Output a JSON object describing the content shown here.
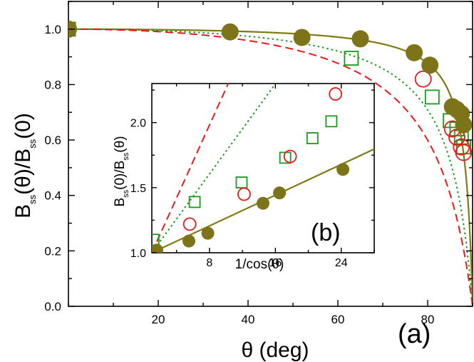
{
  "colors": {
    "olive": "#7f7a12",
    "olive_fill": "#7d7419",
    "red": "#e8191b",
    "green": "#1a9a1a"
  },
  "chart_data": [
    {
      "type": "scatter",
      "panel_label": "(a)",
      "xlabel": "θ (deg)",
      "ylabel": {
        "main": "B",
        "sub1": "ss",
        "mid": "(θ)/B",
        "sub2": "ss",
        "tail": "(0)"
      },
      "xlim": [
        0,
        90
      ],
      "ylim": [
        0.0,
        1.1
      ],
      "xticks": [
        20,
        40,
        60,
        80
      ],
      "yticks": [
        0.0,
        0.2,
        0.4,
        0.6,
        0.8,
        1.0
      ],
      "ytick_labels": [
        "0.0",
        "0.2",
        "0.4",
        "0.6",
        "0.8",
        "1.0"
      ],
      "grid": false,
      "series": [
        {
          "marker": "filled-circle",
          "color": "olive_fill",
          "x": [
            0,
            36,
            52,
            65,
            77,
            80.5,
            85.5,
            86.5,
            87.5,
            88
          ],
          "y": [
            1.0,
            0.99,
            0.97,
            0.965,
            0.915,
            0.87,
            0.72,
            0.71,
            0.695,
            0.655
          ]
        },
        {
          "marker": "open-circle",
          "color": "red",
          "x": [
            0,
            79,
            85.5,
            86.5,
            87.5,
            88
          ],
          "y": [
            1.0,
            0.82,
            0.64,
            0.61,
            0.575,
            0.555
          ]
        },
        {
          "marker": "open-square",
          "color": "green",
          "x": [
            0,
            63,
            81,
            85,
            86.5,
            87.5,
            88
          ],
          "y": [
            1.0,
            0.895,
            0.755,
            0.67,
            0.64,
            0.61,
            0.575
          ]
        },
        {
          "line": "solid",
          "color": "olive",
          "model": "slope",
          "param": 0.0295
        },
        {
          "line": "dotted",
          "color": "green",
          "model": "slope",
          "param": 0.0865
        },
        {
          "line": "dashed",
          "color": "red",
          "model": "slope",
          "param": 0.1406
        }
      ]
    },
    {
      "type": "scatter",
      "panel_label": "(b)",
      "xlabel": "1/cos(θ)",
      "ylabel": {
        "main": "B",
        "sub1": "ss",
        "mid": "(0)/B",
        "sub2": "ss",
        "tail": "(θ)"
      },
      "xlim": [
        1,
        28
      ],
      "ylim": [
        1.0,
        2.3
      ],
      "xticks": [
        8,
        16,
        24
      ],
      "yticks": [
        1.0,
        1.5,
        2.0
      ],
      "ytick_labels": [
        "1.0",
        "1.5",
        "2.0"
      ],
      "grid": false,
      "series": [
        {
          "marker": "filled-circle",
          "color": "olive_fill",
          "x": [
            1,
            1.6,
            5.5,
            7.8,
            14.5,
            16.5,
            24.2
          ],
          "y": [
            1.0,
            1.02,
            1.09,
            1.15,
            1.38,
            1.46,
            1.64
          ]
        },
        {
          "marker": "open-circle",
          "color": "red",
          "x": [
            5.6,
            12.2,
            17.8,
            23.3
          ],
          "y": [
            1.22,
            1.45,
            1.74,
            2.22
          ]
        },
        {
          "marker": "open-square",
          "color": "green",
          "x": [
            1.2,
            6.2,
            11.9,
            17.2,
            20.5,
            22.8
          ],
          "y": [
            1.1,
            1.39,
            1.54,
            1.73,
            1.88,
            2.01
          ]
        },
        {
          "line": "solid",
          "color": "olive",
          "x": [
            1,
            28
          ],
          "y": [
            1.0,
            1.7965
          ]
        },
        {
          "line": "dotted",
          "color": "green",
          "x": [
            1,
            23.2
          ],
          "y": [
            1.0,
            2.92
          ]
        },
        {
          "line": "dashed",
          "color": "red",
          "x": [
            1,
            15.2
          ],
          "y": [
            1.0,
            2.99
          ]
        }
      ]
    }
  ]
}
